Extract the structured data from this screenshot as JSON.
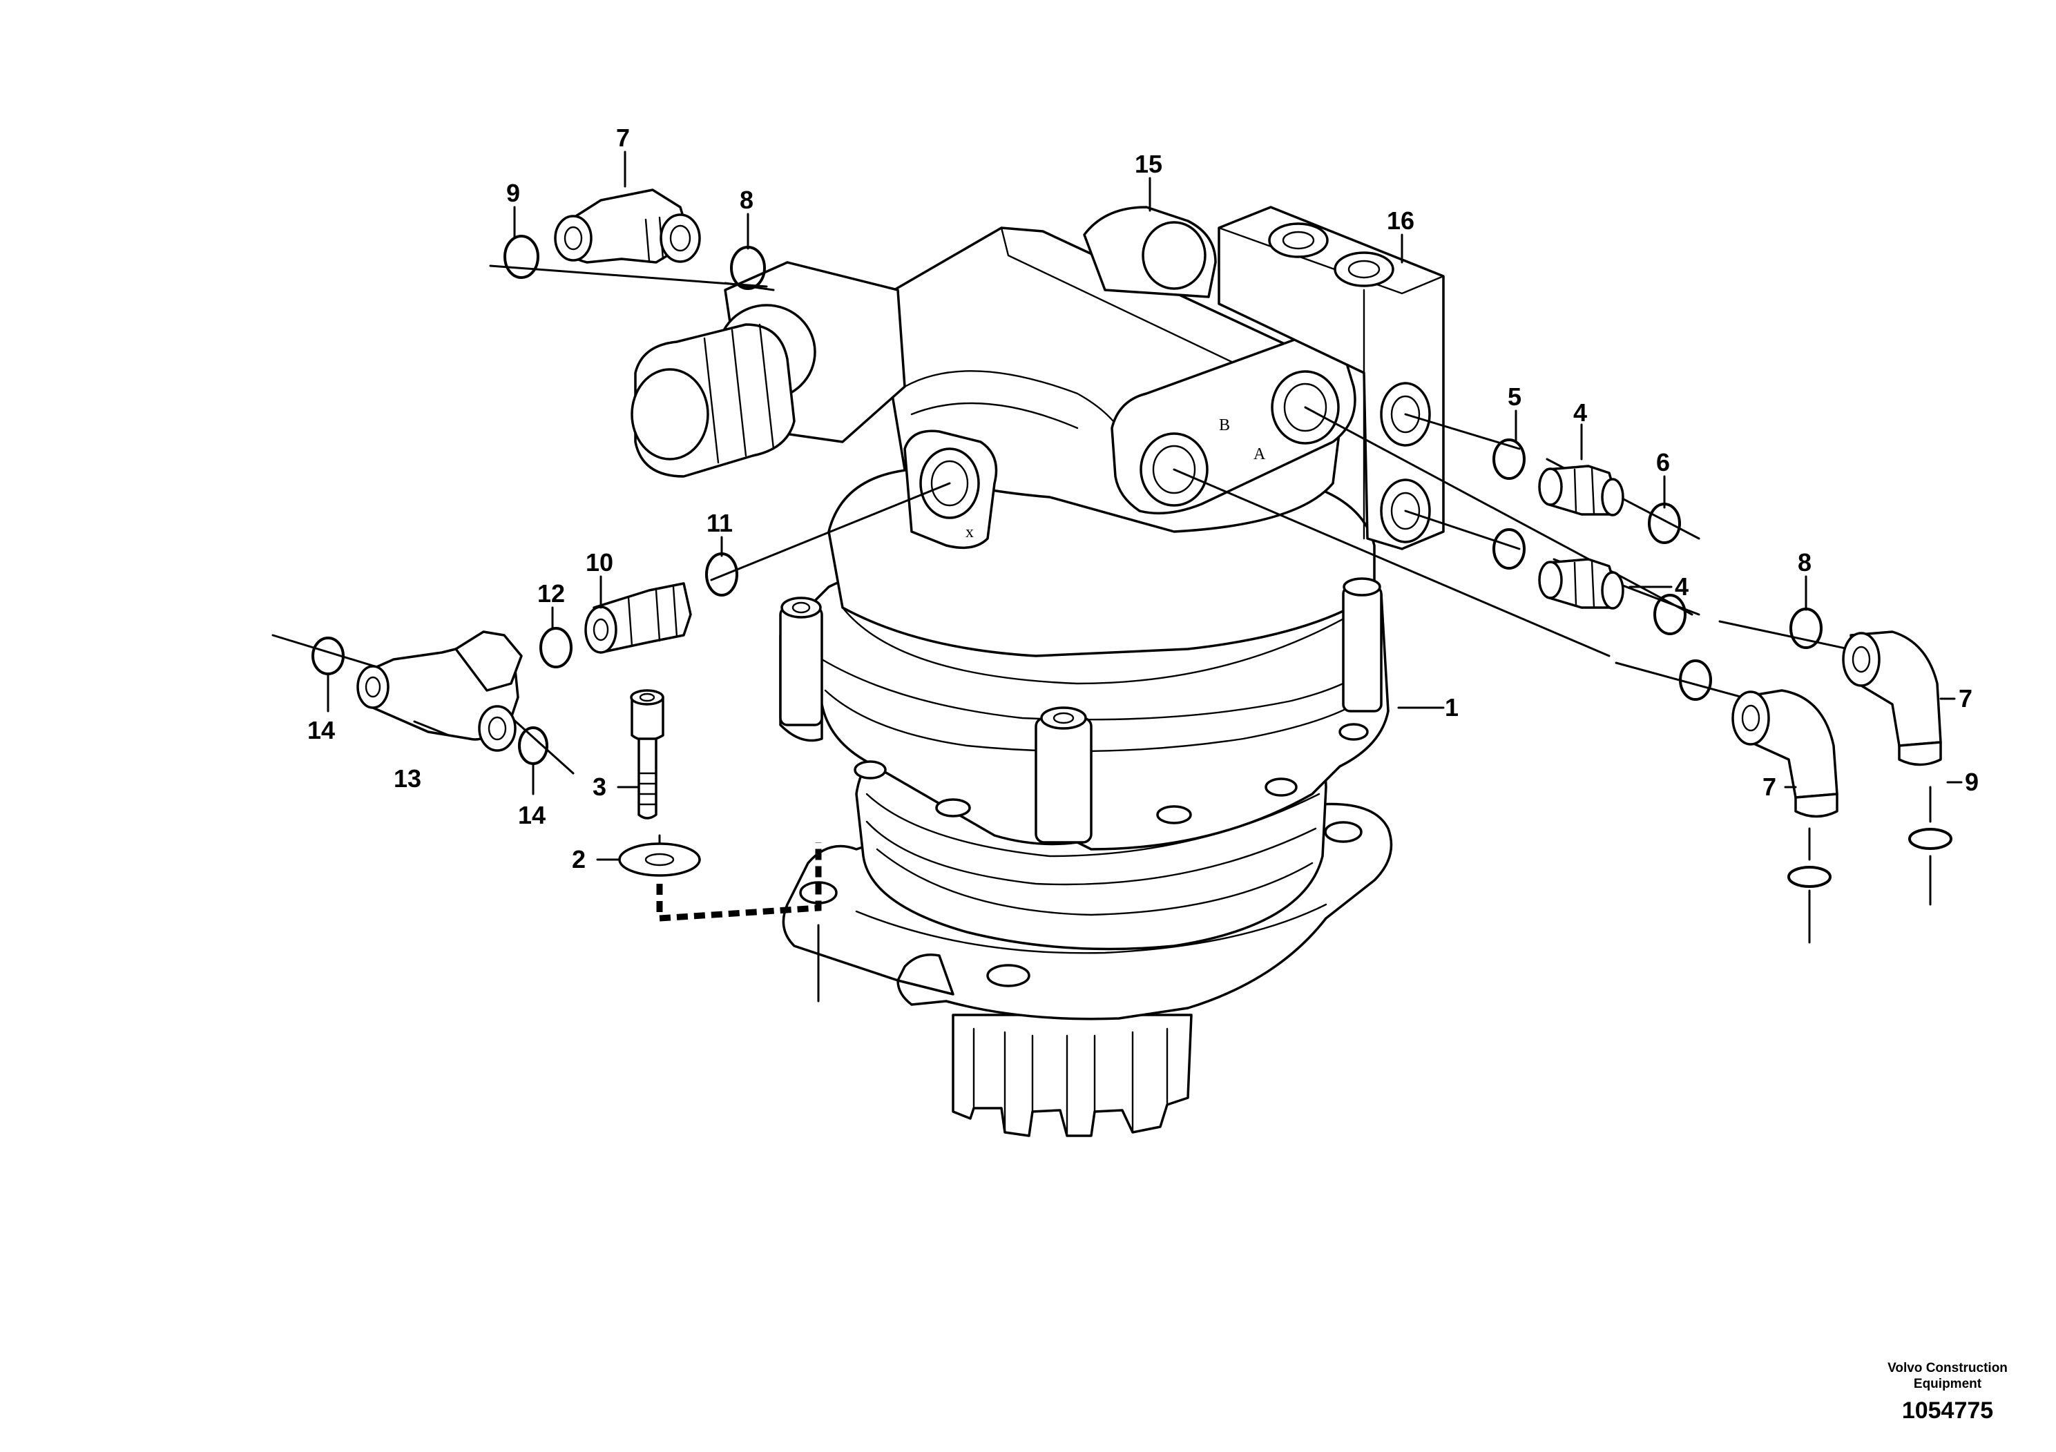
{
  "callouts": {
    "c1": "1",
    "c2": "2",
    "c3": "3",
    "c4a": "4",
    "c4b": "4",
    "c5": "5",
    "c6": "6",
    "c7a": "7",
    "c7b": "7",
    "c7c": "7",
    "c8a": "8",
    "c8b": "8",
    "c9a": "9",
    "c9b": "9",
    "c10": "10",
    "c11": "11",
    "c12": "12",
    "c13": "13",
    "c14a": "14",
    "c14b": "14",
    "c15": "15",
    "c16": "16"
  },
  "port_markings": {
    "b": "B",
    "a": "A",
    "x": "x"
  },
  "footer": {
    "brand_line1": "Volvo Construction",
    "brand_line2": "Equipment",
    "figure_number": "1054775"
  }
}
